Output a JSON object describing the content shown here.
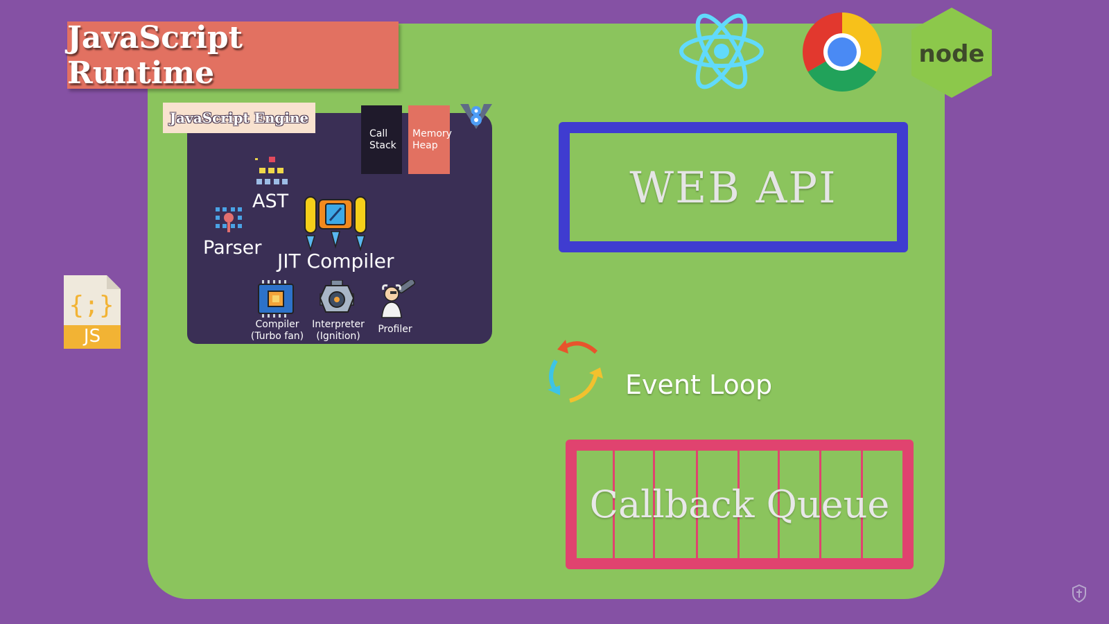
{
  "title": "JavaScript Runtime",
  "engine": {
    "title": "JavaScript Engine",
    "call_stack": [
      "Call",
      "Stack"
    ],
    "memory_heap": [
      "Memory",
      "Heap"
    ],
    "ast": "AST",
    "parser": "Parser",
    "jit": "JIT Compiler",
    "turbofan": [
      "Compiler",
      "(Turbo fan)"
    ],
    "ignition": [
      "Interpreter",
      "(Ignition)"
    ],
    "profiler": "Profiler"
  },
  "web_api": "WEB API",
  "event_loop": "Event Loop",
  "callback_queue": "Callback Queue",
  "js_file": {
    "label": "JS",
    "glyph": "{;}"
  },
  "node_logo": "node",
  "icons": [
    "react-icon",
    "chrome-icon",
    "node-icon",
    "v8-icon",
    "js-file-icon",
    "event-loop-icon",
    "shield-icon"
  ],
  "colors": {
    "background": "#8551a4",
    "runtime_panel": "#8bc45d",
    "title_bg": "#e27161",
    "engine_bg": "#3a2f55",
    "web_api_border": "#3f3cd0",
    "queue_border": "#e0436f",
    "react": "#61dafb",
    "node": "#8cc84b"
  }
}
